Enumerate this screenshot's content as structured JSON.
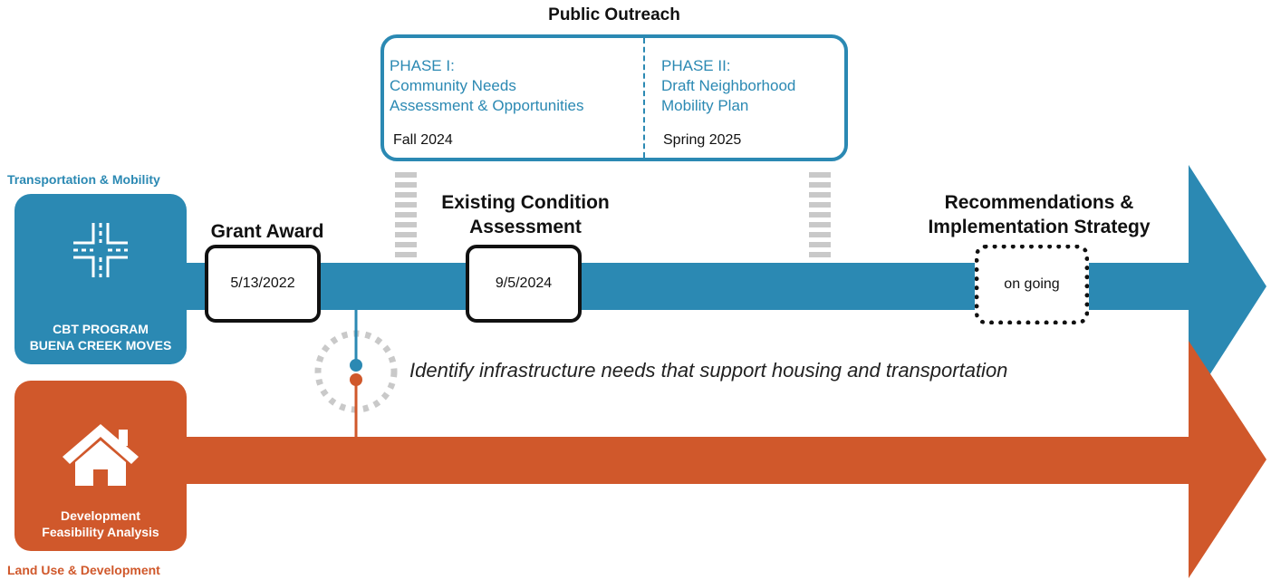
{
  "public_outreach": {
    "title": "Public Outreach",
    "phases": [
      {
        "title_line1": "PHASE I:",
        "title_line2": "Community Needs",
        "title_line3": "Assessment & Opportunities",
        "date": "Fall 2024"
      },
      {
        "title_line1": "PHASE II:",
        "title_line2": "Draft Neighborhood",
        "title_line3": "Mobility Plan",
        "date": "Spring 2025"
      }
    ]
  },
  "transportation_track": {
    "category": "Transportation & Mobility",
    "program_line1": "CBT PROGRAM",
    "program_line2": "BUENA CREEK MOVES",
    "color": "#2b89b3",
    "icon": "intersection-icon"
  },
  "land_use_track": {
    "category": "Land Use & Development",
    "program_line1": "Development",
    "program_line2": "Feasibility Analysis",
    "color": "#d0582b",
    "icon": "house-icon"
  },
  "milestones": [
    {
      "title_line1": "Grant Award",
      "date": "5/13/2022"
    },
    {
      "title_line1": "Existing Condition",
      "title_line2": "Assessment",
      "date": "9/5/2024"
    },
    {
      "title_line1": "Recommendations &",
      "title_line2": "Implementation Strategy",
      "date": "on going"
    }
  ],
  "connector_note": "Identify infrastructure needs that support housing and transportation"
}
